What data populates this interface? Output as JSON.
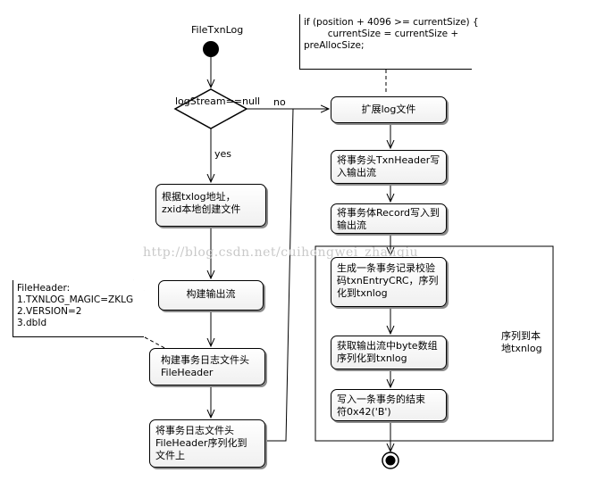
{
  "start_label": "FileTxnLog",
  "decision_label": "logStream==null",
  "branch_no": "no",
  "branch_yes": "yes",
  "left_actions": {
    "create_file": [
      "根据txlog地址，",
      "zxid本地创建文件"
    ],
    "build_stream": [
      "构建输出流"
    ],
    "build_header": [
      "构建事务日志文件头",
      "FileHeader"
    ],
    "serialize_header": [
      "将事务日志文件头",
      "FileHeader序列化到",
      "文件上"
    ]
  },
  "right_actions": {
    "extend_file": [
      "扩展log文件"
    ],
    "write_txn_header": [
      "将事务头TxnHeader写",
      "入输出流"
    ],
    "write_record": [
      "将事务体Record写入到",
      "输出流"
    ],
    "gen_checksum": [
      "生成一条事务记录校验",
      "码txnEntryCRC，序列",
      "化到txnlog"
    ],
    "get_bytes": [
      "获取输出流中byte数组",
      "序列化到txnlog"
    ],
    "write_end": [
      "写入一条事务的结束",
      "符0x42('B')"
    ]
  },
  "partition_label": [
    "序列到本",
    "地txnlog"
  ],
  "notes": {
    "file_header": [
      "FileHeader:",
      "1.TXNLOG_MAGIC=ZKLG",
      "2.VERSION=2",
      "3.dbId"
    ],
    "extend_condition": [
      "if (position + 4096 >= currentSize) {",
      "        currentSize = currentSize +",
      "preAllocSize;"
    ]
  },
  "watermark": "http://blog.csdn.net/cuihongwei_zhanqiu"
}
